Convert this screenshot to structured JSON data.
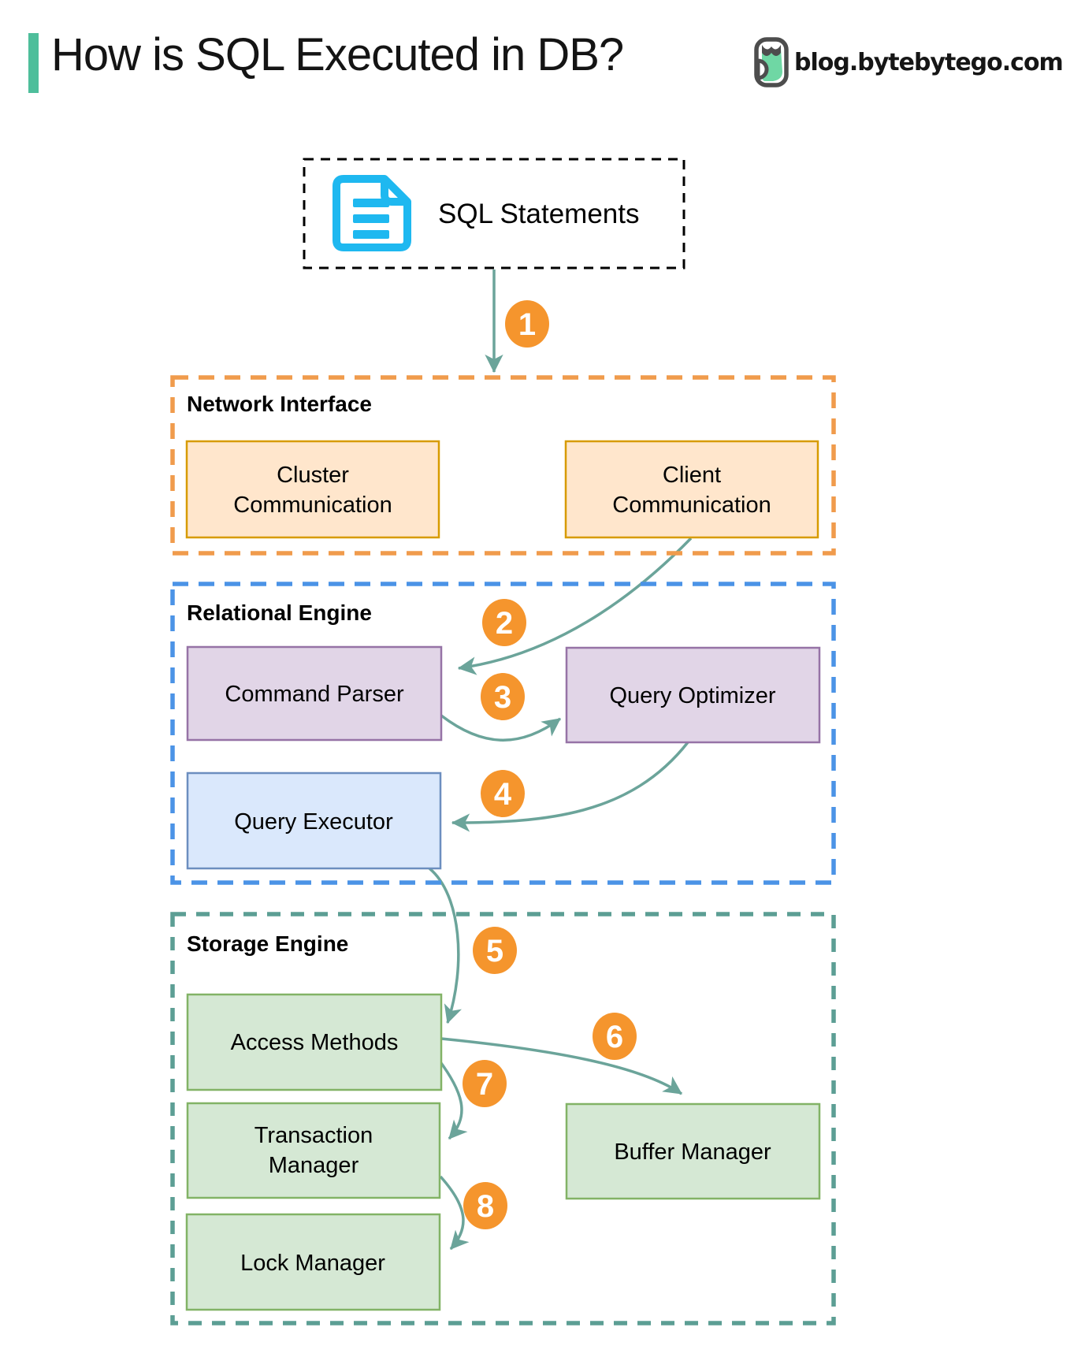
{
  "header": {
    "title": "How is SQL Executed in DB?",
    "site": "blog.bytebytego.com",
    "logo": "bytebytego-owl-logo"
  },
  "diagram": {
    "sql_source": {
      "label": "SQL Statements",
      "icon": "sql-document-icon"
    },
    "network": {
      "title": "Network Interface",
      "cluster": [
        "Cluster",
        "Communication"
      ],
      "client": [
        "Client",
        "Communication"
      ]
    },
    "relational": {
      "title": "Relational Engine",
      "command_parser": "Command Parser",
      "query_optimizer": "Query Optimizer",
      "query_executor": "Query Executor"
    },
    "storage": {
      "title": "Storage Engine",
      "access_methods": "Access Methods",
      "transaction_manager": [
        "Transaction",
        "Manager"
      ],
      "lock_manager": "Lock Manager",
      "buffer_manager": "Buffer Manager"
    },
    "steps": [
      "1",
      "2",
      "3",
      "4",
      "5",
      "6",
      "7",
      "8"
    ]
  },
  "colors": {
    "accent_bar": "#4ebe9b",
    "arrow": "#6ba49a",
    "step_badge": "#f5952d",
    "step_digit": "#ffffff",
    "sql_box_border": "#000000",
    "doc_icon": "#1eb8f0",
    "network_dashed_border": "#f09b4c",
    "network_box_fill": "#ffe6cc",
    "network_box_border": "#d79b00",
    "relational_dashed_border": "#4b93e6",
    "purple_box_fill": "#e1d5e7",
    "purple_box_border": "#9673a6",
    "blue_box_fill": "#dae8fc",
    "blue_box_border": "#6c8ebf",
    "storage_dashed_border": "#5c9e94",
    "green_box_fill": "#d5e8d4",
    "green_box_border": "#82b366",
    "logo_outline": "#4d4d4d",
    "logo_fill": "#6fd7a4"
  }
}
